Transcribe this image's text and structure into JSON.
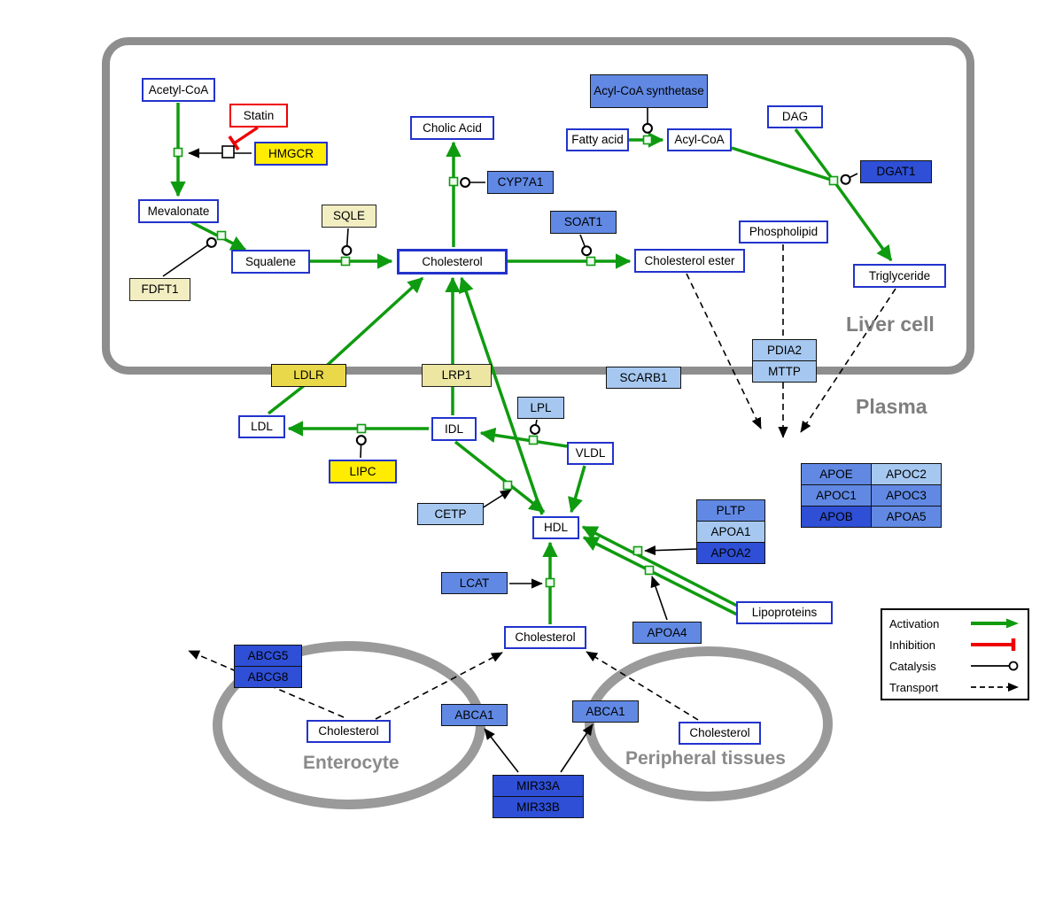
{
  "regions": {
    "liver": "Liver cell",
    "plasma": "Plasma",
    "enterocyte": "Enterocyte",
    "peripheral": "Peripheral tissues"
  },
  "nodes": {
    "acetyl_coa": "Acetyl-CoA",
    "statin": "Statin",
    "hmgcr": "HMGCR",
    "mevalonate": "Mevalonate",
    "sqle": "SQLE",
    "fdft1": "FDFT1",
    "squalene": "Squalene",
    "cholesterol_liver": "Cholesterol",
    "cholic_acid": "Cholic Acid",
    "cyp7a1": "CYP7A1",
    "soat1": "SOAT1",
    "cholesterol_ester": "Cholesterol ester",
    "acyl_coa_synthetase": "Acyl-CoA synthetase",
    "fatty_acid": "Fatty acid",
    "acyl_coa": "Acyl-CoA",
    "dag": "DAG",
    "dgat1": "DGAT1",
    "phospholipid": "Phospholipid",
    "triglyceride": "Triglyceride",
    "pdia2": "PDIA2",
    "mttp": "MTTP",
    "ldlr": "LDLR",
    "lrp1": "LRP1",
    "scarb1": "SCARB1",
    "ldl": "LDL",
    "idl": "IDL",
    "lpl": "LPL",
    "vldl": "VLDL",
    "lipc": "LIPC",
    "cetp": "CETP",
    "hdl": "HDL",
    "lcat": "LCAT",
    "pltp": "PLTP",
    "apoa1": "APOA1",
    "apoa2": "APOA2",
    "apoa4": "APOA4",
    "lipoproteins": "Lipoproteins",
    "apoe": "APOE",
    "apoc2": "APOC2",
    "apoc1": "APOC1",
    "apoc3": "APOC3",
    "apob": "APOB",
    "apoa5": "APOA5",
    "cholesterol_plasma": "Cholesterol",
    "abcg5": "ABCG5",
    "abcg8": "ABCG8",
    "cholesterol_enterocyte": "Cholesterol",
    "abca1_enterocyte": "ABCA1",
    "abca1_peripheral": "ABCA1",
    "cholesterol_peripheral": "Cholesterol",
    "mir33a": "MIR33A",
    "mir33b": "MIR33B"
  },
  "legend": {
    "activation": "Activation",
    "inhibition": "Inhibition",
    "catalysis": "Catalysis",
    "transport": "Transport"
  },
  "colors": {
    "activation_green": "#0f9b0f",
    "inhibition_red": "#ee0000",
    "metabolite_border_blue": "#2233cc",
    "gene_yellow": "#ffec00",
    "gene_pale_yellow": "#f2eec2",
    "gene_blue_light": "#a6c8f0",
    "gene_blue_medium": "#6189e4",
    "gene_blue_dark": "#2e4fd6",
    "compartment_gray": "#8e8e8e"
  }
}
